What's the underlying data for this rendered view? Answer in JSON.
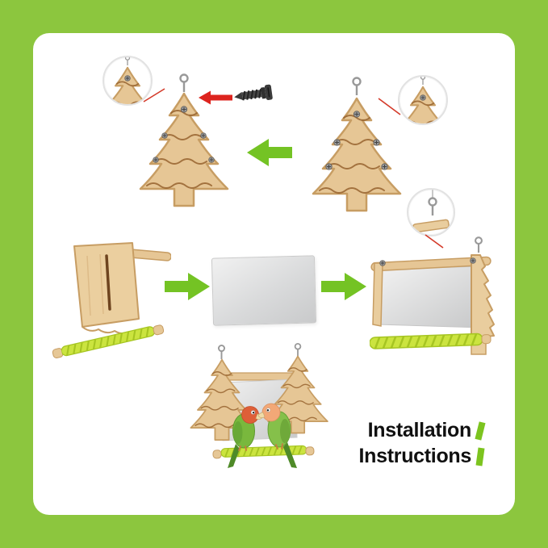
{
  "frame": {
    "background_color": "#8CC63E",
    "panel_color": "#FFFFFF"
  },
  "title": {
    "line1": "Installation",
    "line2": "Instructions",
    "text_color": "#101010",
    "highlight_color": "#7CC41F"
  },
  "palette": {
    "wood": "#E6C695",
    "wood_outline": "#C79D63",
    "wood_groove": "#96632F",
    "arrow_green": "#74C324",
    "rope_green": "#CBE43F",
    "rope_stripe": "#A6C522",
    "mirror_gray": "#D2D3D4",
    "red_accent": "#DD241E",
    "metal_gray": "#999999",
    "screw_dark": "#3A3A3A"
  },
  "icons": {
    "hook": "hanging-hook-icon",
    "screw": "screw-icon",
    "zoom_circle": "detail-zoom-circle",
    "step_arrow_left": "assembly-step-arrow-left",
    "step_arrow_right": "assembly-step-arrow-right",
    "red_arrow": "insert-direction-arrow"
  }
}
